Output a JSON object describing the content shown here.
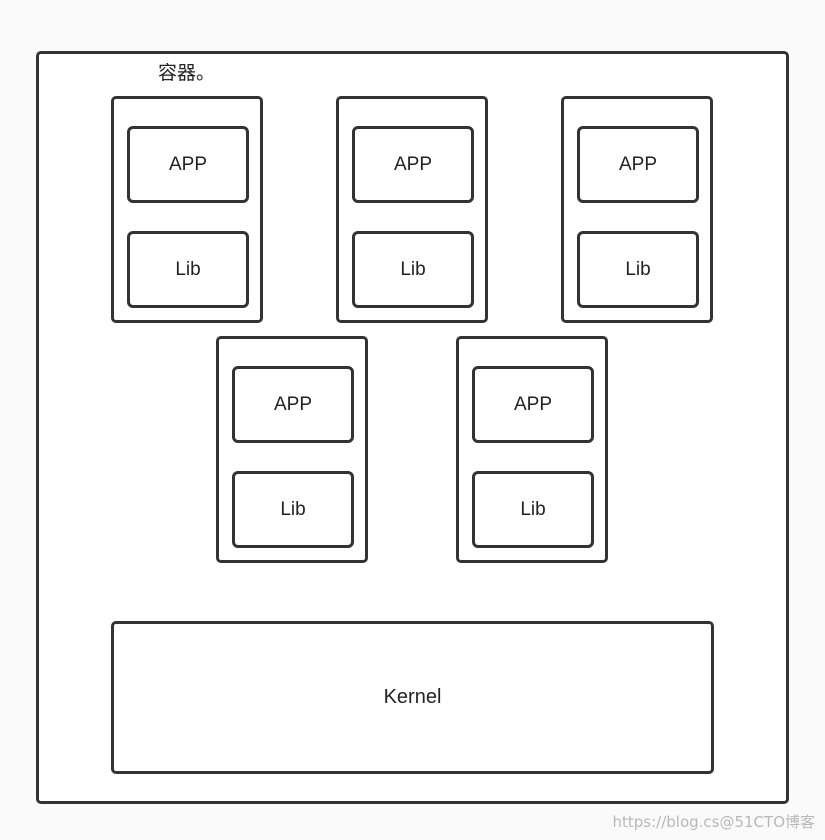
{
  "diagram": {
    "container_label": "容器。",
    "containers": [
      {
        "app": "APP",
        "lib": "Lib"
      },
      {
        "app": "APP",
        "lib": "Lib"
      },
      {
        "app": "APP",
        "lib": "Lib"
      },
      {
        "app": "APP",
        "lib": "Lib"
      },
      {
        "app": "APP",
        "lib": "Lib"
      }
    ],
    "kernel": "Kernel"
  },
  "watermark": "https://blog.cs@51CTO博客",
  "colors": {
    "stroke": "#333333",
    "background": "#fafafa",
    "box_fill": "#ffffff"
  }
}
